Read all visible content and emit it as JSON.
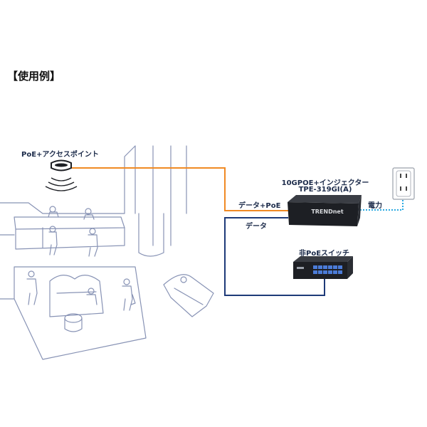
{
  "heading": "【使用例】",
  "labels": {
    "access_point": "PoE+アクセスポイント",
    "injector_title": "10GPOE+インジェクター",
    "injector_model": "TPE-319GI(A)",
    "data_poe": "データ+PoE",
    "data": "データ",
    "power": "電力",
    "switch": "非PoEスイッチ",
    "brand_on_device": "TRENDnet"
  },
  "colors": {
    "poe_cable": "#f08a24",
    "data_cable": "#1e3a78",
    "power_cable": "#29a9e1",
    "sketch": "#8893b5",
    "device": "#1d1f24"
  },
  "icons": {
    "access_point": "ceiling-access-point-icon",
    "injector": "poe-injector-device-icon",
    "switch": "network-switch-device-icon",
    "outlet": "power-outlet-icon"
  }
}
